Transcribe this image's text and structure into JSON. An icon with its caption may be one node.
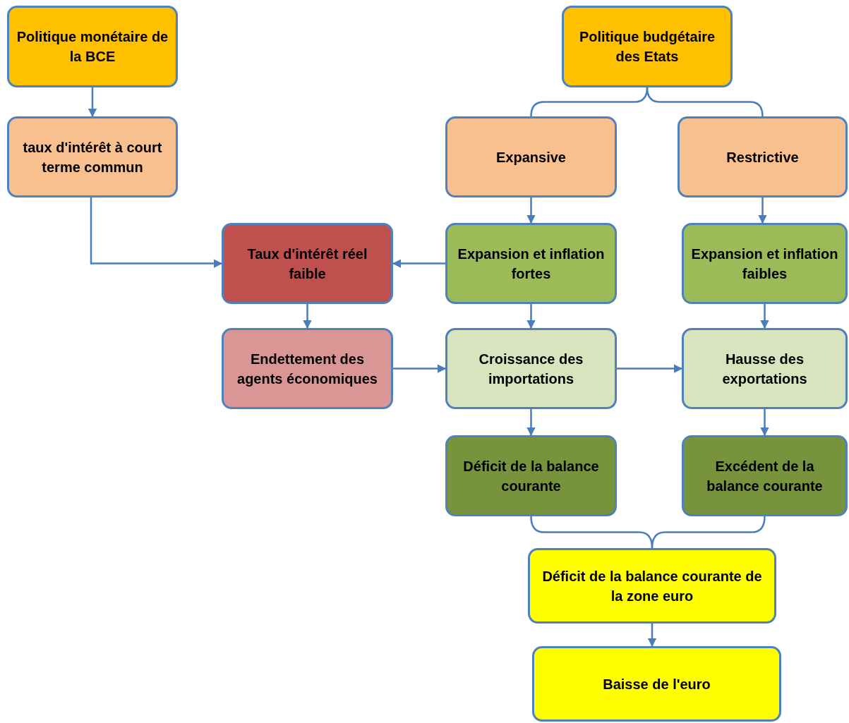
{
  "diagram": {
    "nodes": [
      {
        "text": [
          "Politique monétaire de la BCE"
        ]
      },
      {
        "text": [
          "taux d'intérêt à court terme commun"
        ]
      },
      {
        "text": [
          "Politique budgétaire des Etats"
        ]
      },
      {
        "text": [
          "Expansive"
        ]
      },
      {
        "text": [
          "Restrictive"
        ]
      },
      {
        "text": [
          "Taux d'intérêt réel faible"
        ]
      },
      {
        "text": [
          "Expansion et inflation fortes"
        ]
      },
      {
        "text": [
          "Expansion et inflation faibles"
        ]
      },
      {
        "text": [
          "Endettement des agents économiques"
        ]
      },
      {
        "text": [
          "Croissance des importations"
        ]
      },
      {
        "text": [
          "Hausse des exportations"
        ]
      },
      {
        "text": [
          "Déficit de la balance courante"
        ]
      },
      {
        "text": [
          "Excédent de la balance courante"
        ]
      },
      {
        "text": [
          "Déficit de la balance courante de la zone euro"
        ]
      },
      {
        "text": [
          "Baisse de l'euro"
        ]
      }
    ],
    "edges": [
      {
        "from": 0,
        "to": 1,
        "arrow": "to"
      },
      {
        "from": 1,
        "to": 5,
        "arrow": "to"
      },
      {
        "from": 2,
        "to": 3,
        "arrow": "none"
      },
      {
        "from": 2,
        "to": 4,
        "arrow": "none"
      },
      {
        "from": 3,
        "to": 6,
        "arrow": "to"
      },
      {
        "from": 4,
        "to": 7,
        "arrow": "to"
      },
      {
        "from": 6,
        "to": 5,
        "arrow": "to"
      },
      {
        "from": 5,
        "to": 8,
        "arrow": "to"
      },
      {
        "from": 6,
        "to": 9,
        "arrow": "to"
      },
      {
        "from": 7,
        "to": 10,
        "arrow": "to"
      },
      {
        "from": 8,
        "to": 9,
        "arrow": "to"
      },
      {
        "from": 9,
        "to": 10,
        "arrow": "to"
      },
      {
        "from": 9,
        "to": 11,
        "arrow": "to"
      },
      {
        "from": 10,
        "to": 12,
        "arrow": "to"
      },
      {
        "from": 11,
        "to": 13,
        "arrow": "none"
      },
      {
        "from": 12,
        "to": 13,
        "arrow": "none"
      },
      {
        "from": 13,
        "to": 14,
        "arrow": "to"
      }
    ]
  }
}
